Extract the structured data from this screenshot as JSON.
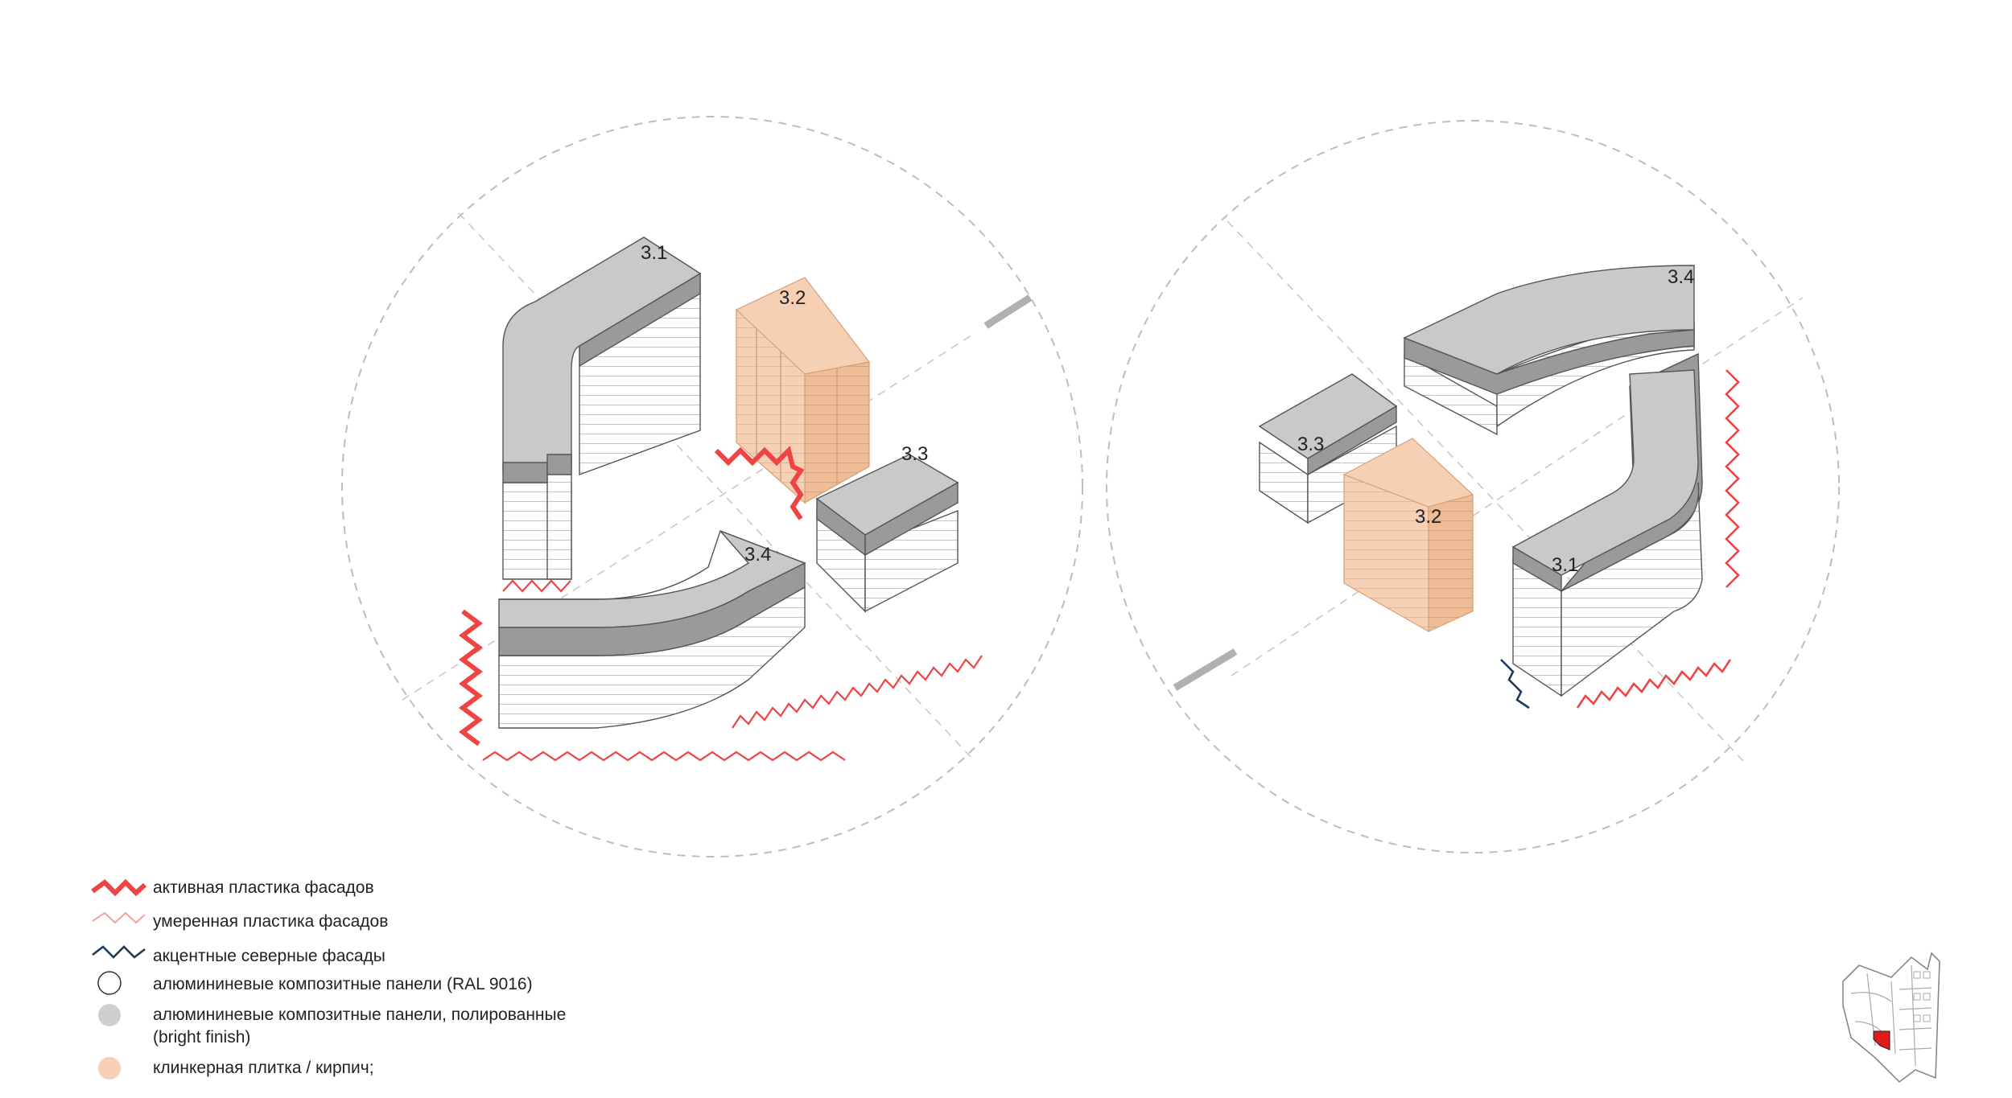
{
  "left_view": {
    "buildings": [
      {
        "id": "3.1",
        "label": "3.1"
      },
      {
        "id": "3.2",
        "label": "3.2"
      },
      {
        "id": "3.3",
        "label": "3.3"
      },
      {
        "id": "3.4",
        "label": "3.4"
      }
    ]
  },
  "right_view": {
    "buildings": [
      {
        "id": "3.1",
        "label": "3.1"
      },
      {
        "id": "3.2",
        "label": "3.2"
      },
      {
        "id": "3.3",
        "label": "3.3"
      },
      {
        "id": "3.4",
        "label": "3.4"
      }
    ]
  },
  "legend": [
    {
      "symbol": "thick-red-zigzag",
      "label": "активная пластика фасадов"
    },
    {
      "symbol": "thin-red-zigzag",
      "label": "умеренная пластика фасадов"
    },
    {
      "symbol": "navy-zigzag",
      "label": "акцентные северные фасады"
    },
    {
      "symbol": "white-circle",
      "label": "алюмининевые композитные панели (RAL 9016)"
    },
    {
      "symbol": "gray-circle",
      "label_line1": "алюмининевые композитные панели, полированные",
      "label_line2": "(bright finish)"
    },
    {
      "symbol": "peach-circle",
      "label": "клинкерная плитка / кирпич;"
    }
  ],
  "colors": {
    "active": "#ef4444",
    "moderate": "#f0a0a0",
    "north": "#1f3b57",
    "roof_gray": "#c9c9c9",
    "dark_band": "#9a9a9a",
    "brick": "#f6d0b4",
    "brick_dark": "#efbc98",
    "circle_gray": "#cfcfcf",
    "circle_peach": "#f6cfb5"
  }
}
